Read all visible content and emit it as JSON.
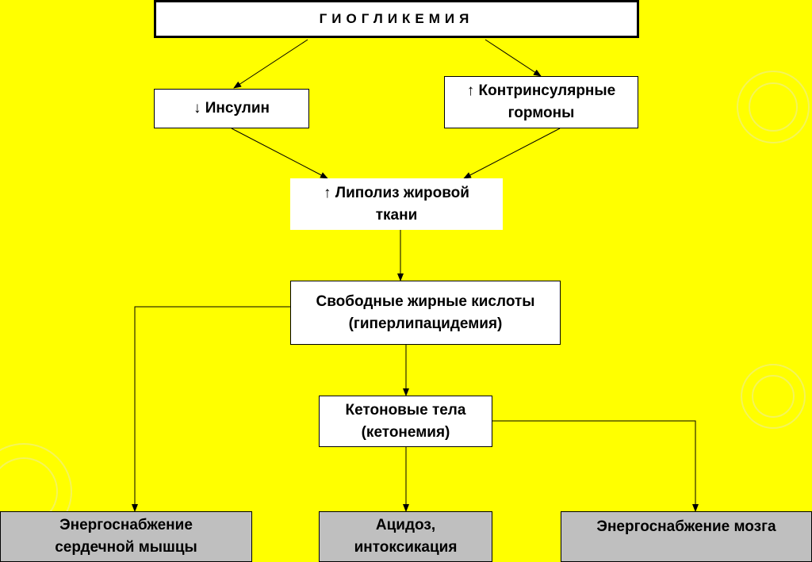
{
  "diagram": {
    "title": "ГИОГЛИКЕМИЯ",
    "nodes": {
      "insulin": "↓ Инсулин",
      "counter_hormones": "↑ Контринсулярные\nгормоны",
      "lipolysis": "↑ Липолиз жировой\nткани",
      "free_fatty_acids": "Свободные жирные кислоты\n(гиперлипацидемия)",
      "ketone_bodies": "Кетоновые тела\n(кетонемия)",
      "heart_energy": "Энергоснабжение\nсердечной мышцы",
      "acidosis": "Ацидоз,\nинтоксикация",
      "brain_energy": "Энергоснабжение мозга"
    },
    "colors": {
      "background": "#ffff00",
      "box": "#ffffff",
      "outcome_box": "#bfbfbf",
      "line": "#000000"
    }
  }
}
